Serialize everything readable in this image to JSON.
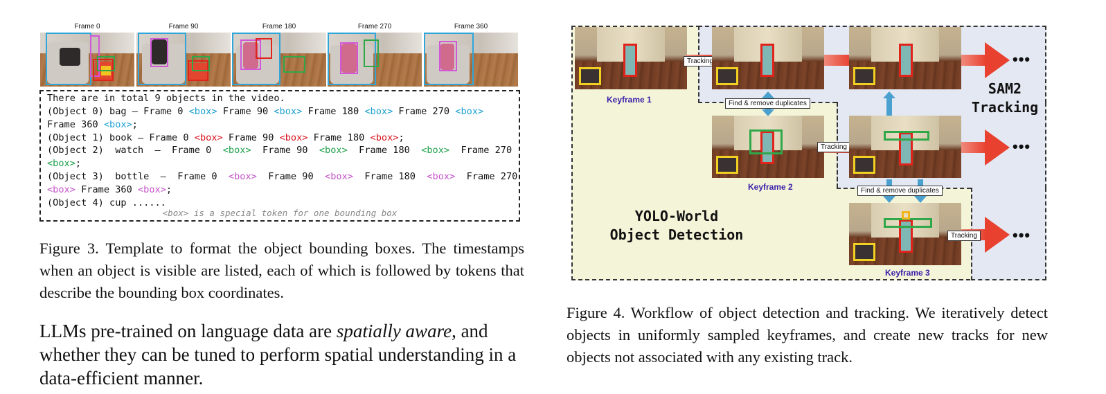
{
  "figure3": {
    "frames": [
      {
        "label": "Frame 0"
      },
      {
        "label": "Frame 90"
      },
      {
        "label": "Frame 180"
      },
      {
        "label": "Frame 270"
      },
      {
        "label": "Frame 360"
      }
    ],
    "intro": "There are in total 9 objects in the video.",
    "lines": [
      [
        [
          "(Object 0) bag – Frame 0 ",
          ""
        ],
        [
          "<box>",
          "cyan"
        ],
        [
          " Frame 90 ",
          ""
        ],
        [
          "<box>",
          "cyan"
        ],
        [
          " Frame 180 ",
          ""
        ],
        [
          "<box>",
          "cyan"
        ],
        [
          " Frame 270 ",
          ""
        ],
        [
          "<box>",
          "cyan"
        ]
      ],
      [
        [
          "Frame 360 ",
          ""
        ],
        [
          "<box>",
          "cyan"
        ],
        [
          ";",
          ""
        ]
      ],
      [
        [
          "(Object 1) book – Frame 0 ",
          ""
        ],
        [
          "<box>",
          "red"
        ],
        [
          " Frame 90 ",
          ""
        ],
        [
          "<box>",
          "red"
        ],
        [
          " Frame 180 ",
          ""
        ],
        [
          "<box>",
          "red"
        ],
        [
          ";",
          ""
        ]
      ],
      [
        [
          "(Object 2)  watch  –  Frame 0  ",
          ""
        ],
        [
          "<box>",
          "green"
        ],
        [
          "  Frame 90  ",
          ""
        ],
        [
          "<box>",
          "green"
        ],
        [
          "  Frame 180  ",
          ""
        ],
        [
          "<box>",
          "green"
        ],
        [
          "  Frame 270",
          ""
        ]
      ],
      [
        [
          "<box>",
          "green"
        ],
        [
          ";",
          ""
        ]
      ],
      [
        [
          "(Object 3)  bottle  –  Frame 0  ",
          ""
        ],
        [
          "<box>",
          "pink"
        ],
        [
          "  Frame 90  ",
          ""
        ],
        [
          "<box>",
          "pink"
        ],
        [
          "  Frame 180  ",
          ""
        ],
        [
          "<box>",
          "pink"
        ],
        [
          "  Frame 270",
          ""
        ]
      ],
      [
        [
          "<box>",
          "pink"
        ],
        [
          " Frame 360 ",
          ""
        ],
        [
          "<box>",
          "pink"
        ],
        [
          ";",
          ""
        ]
      ],
      [
        [
          "(Object 4) cup ......",
          ""
        ]
      ]
    ],
    "note": "<box> is a special token for one bounding box",
    "caption": "Figure 3.  Template to format the object bounding boxes.  The timestamps when an object is visible are listed, each of which is followed by tokens that describe the bounding box coordinates."
  },
  "body_text": {
    "before": "LLMs pre-trained on language data are ",
    "emphasis": "spatially aware",
    "after": ", and whether they can be tuned to perform spatial understanding in a data-efficient manner."
  },
  "figure4": {
    "keyframe1": "Keyframe 1",
    "keyframe2": "Keyframe 2",
    "keyframe3": "Keyframe 3",
    "tracking": "Tracking",
    "find_remove": "Find & remove duplicates",
    "ellipsis": "•••",
    "sam_line1": "SAM2",
    "sam_line2": "Tracking",
    "yolo_line1": "YOLO-World",
    "yolo_line2": "Object Detection",
    "caption": "Figure 4.  Workflow of object detection and tracking.  We iteratively detect objects in uniformly sampled keyframes, and create new tracks for new objects not associated with any existing track."
  },
  "colors": {
    "cyan": "#1ea0d2",
    "red": "#d8141c",
    "green": "#1fa04a",
    "pink": "#c452c8"
  }
}
